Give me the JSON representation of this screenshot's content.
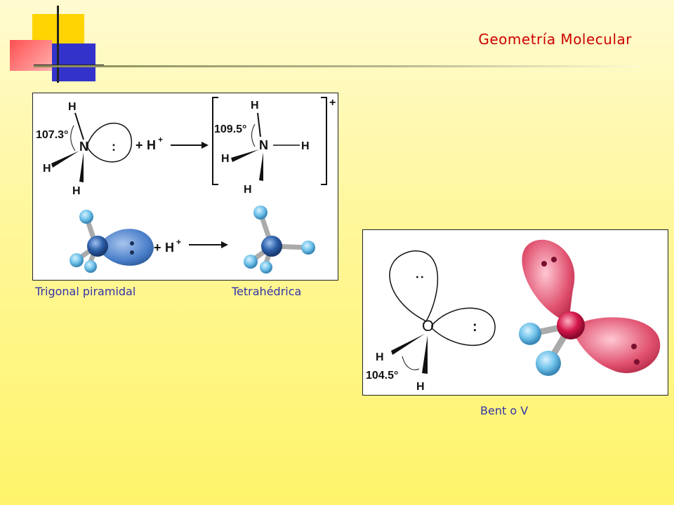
{
  "title": "Geometría Molecular",
  "captions": {
    "trigonal": "Trigonal piramidal",
    "tetra": "Tetrahédrica",
    "bent": "Bent o V"
  },
  "ammonia_diagram": {
    "atom_n": "N",
    "atom_h": "H",
    "angle_nh3": "107.3°",
    "angle_nh4": "109.5°",
    "plus": "+",
    "proton": "H",
    "charge": "+",
    "lone_pair": ":"
  },
  "water_diagram": {
    "atom_o": "O",
    "atom_h": "H",
    "angle": "104.5°",
    "lone_pair": ":"
  },
  "colors": {
    "title": "#cc0000",
    "caption": "#3333aa",
    "nitrogen": "#2b5fa8",
    "hydrogen": "#6fc2ea",
    "oxygen": "#d4164a",
    "lobe_blue": "#4a7fc9",
    "lobe_red": "#e0506e"
  }
}
